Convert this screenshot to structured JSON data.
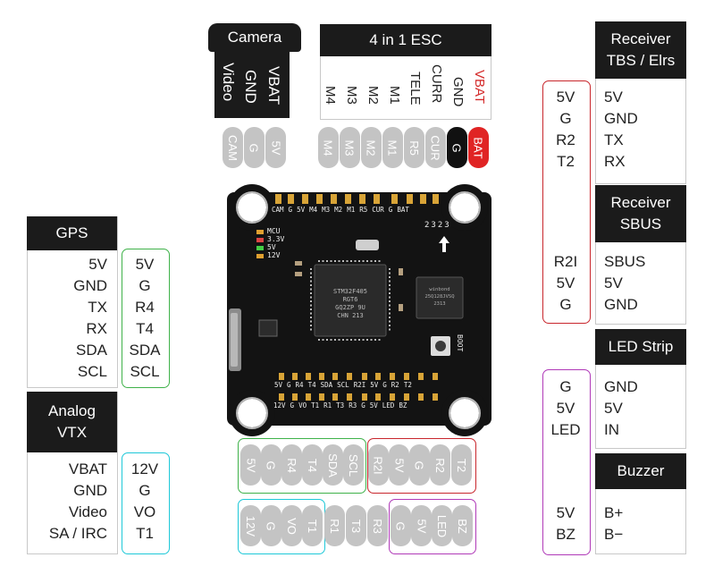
{
  "colors": {
    "green": "#3fb24a",
    "red": "#c8262c",
    "purple": "#b03ab8",
    "cyan": "#1ec8d8",
    "pin_gray": "#c4c4c4",
    "bat_red": "#e02424",
    "vbat_text_red": "#d42a2a"
  },
  "camera": {
    "title": "Camera",
    "wires": [
      "Video",
      "GND",
      "VBAT"
    ]
  },
  "esc": {
    "title": "4 in 1 ESC",
    "wires": [
      "M4",
      "M3",
      "M2",
      "M1",
      "TELE",
      "CURR",
      "GND",
      "VBAT"
    ]
  },
  "top_pins": [
    "CAM",
    "G",
    "5V",
    "M4",
    "M3",
    "M2",
    "M1",
    "R5",
    "CUR",
    "G",
    "BAT"
  ],
  "receiver_tbs": {
    "title_line1": "Receiver",
    "title_line2": "TBS / Elrs",
    "board": [
      "5V",
      "G",
      "R2",
      "T2"
    ],
    "device": [
      "5V",
      "GND",
      "TX",
      "RX"
    ]
  },
  "receiver_sbus": {
    "title_line1": "Receiver",
    "title_line2": "SBUS",
    "board": [
      "R2I",
      "5V",
      "G"
    ],
    "device": [
      "SBUS",
      "5V",
      "GND"
    ]
  },
  "led_strip": {
    "title": "LED Strip",
    "board": [
      "G",
      "5V",
      "LED"
    ],
    "device": [
      "GND",
      "5V",
      "IN"
    ]
  },
  "buzzer": {
    "title": "Buzzer",
    "board": [
      "5V",
      "BZ"
    ],
    "device": [
      "B+",
      "B−"
    ]
  },
  "gps": {
    "title": "GPS",
    "device": [
      "5V",
      "GND",
      "TX",
      "RX",
      "SDA",
      "SCL"
    ],
    "board": [
      "5V",
      "G",
      "R4",
      "T4",
      "SDA",
      "SCL"
    ]
  },
  "analog_vtx": {
    "title_line1": "Analog",
    "title_line2": "VTX",
    "device": [
      "VBAT",
      "GND",
      "Video",
      "SA / IRC"
    ],
    "board": [
      "12V",
      "G",
      "VO",
      "T1"
    ]
  },
  "bottom_row1": [
    "5V",
    "G",
    "R4",
    "T4",
    "SDA",
    "SCL",
    "R2I",
    "5V",
    "G",
    "R2",
    "T2"
  ],
  "bottom_row2": [
    "12V",
    "G",
    "VO",
    "T1",
    "R1",
    "T3",
    "R3",
    "G",
    "5V",
    "LED",
    "BZ"
  ],
  "board": {
    "top_silk": [
      "CAM",
      "G",
      "5V",
      "M4",
      "M3",
      "M2",
      "M1",
      "R5",
      "CUR",
      "G",
      "BAT"
    ],
    "bottom_silk_row1": [
      "5V",
      "G",
      "R4",
      "T4",
      "SDA",
      "SCL",
      "R2I",
      "5V",
      "G",
      "R2",
      "T2"
    ],
    "bottom_silk_row2": [
      "12V",
      "G",
      "VO",
      "T1",
      "R1",
      "T3",
      "R3",
      "G",
      "5V",
      "LED",
      "BZ"
    ],
    "led_labels": [
      "MCU",
      "3.3V",
      "5V",
      "12V"
    ],
    "mcu_text": [
      "STM32F405",
      "RGT6",
      "GQ2ZP 9U",
      "CHN 213"
    ],
    "flash_text": [
      "winbond",
      "25Q128JVSQ",
      "2313"
    ],
    "boot_label": "BOOT",
    "orientation_label": "2323"
  }
}
